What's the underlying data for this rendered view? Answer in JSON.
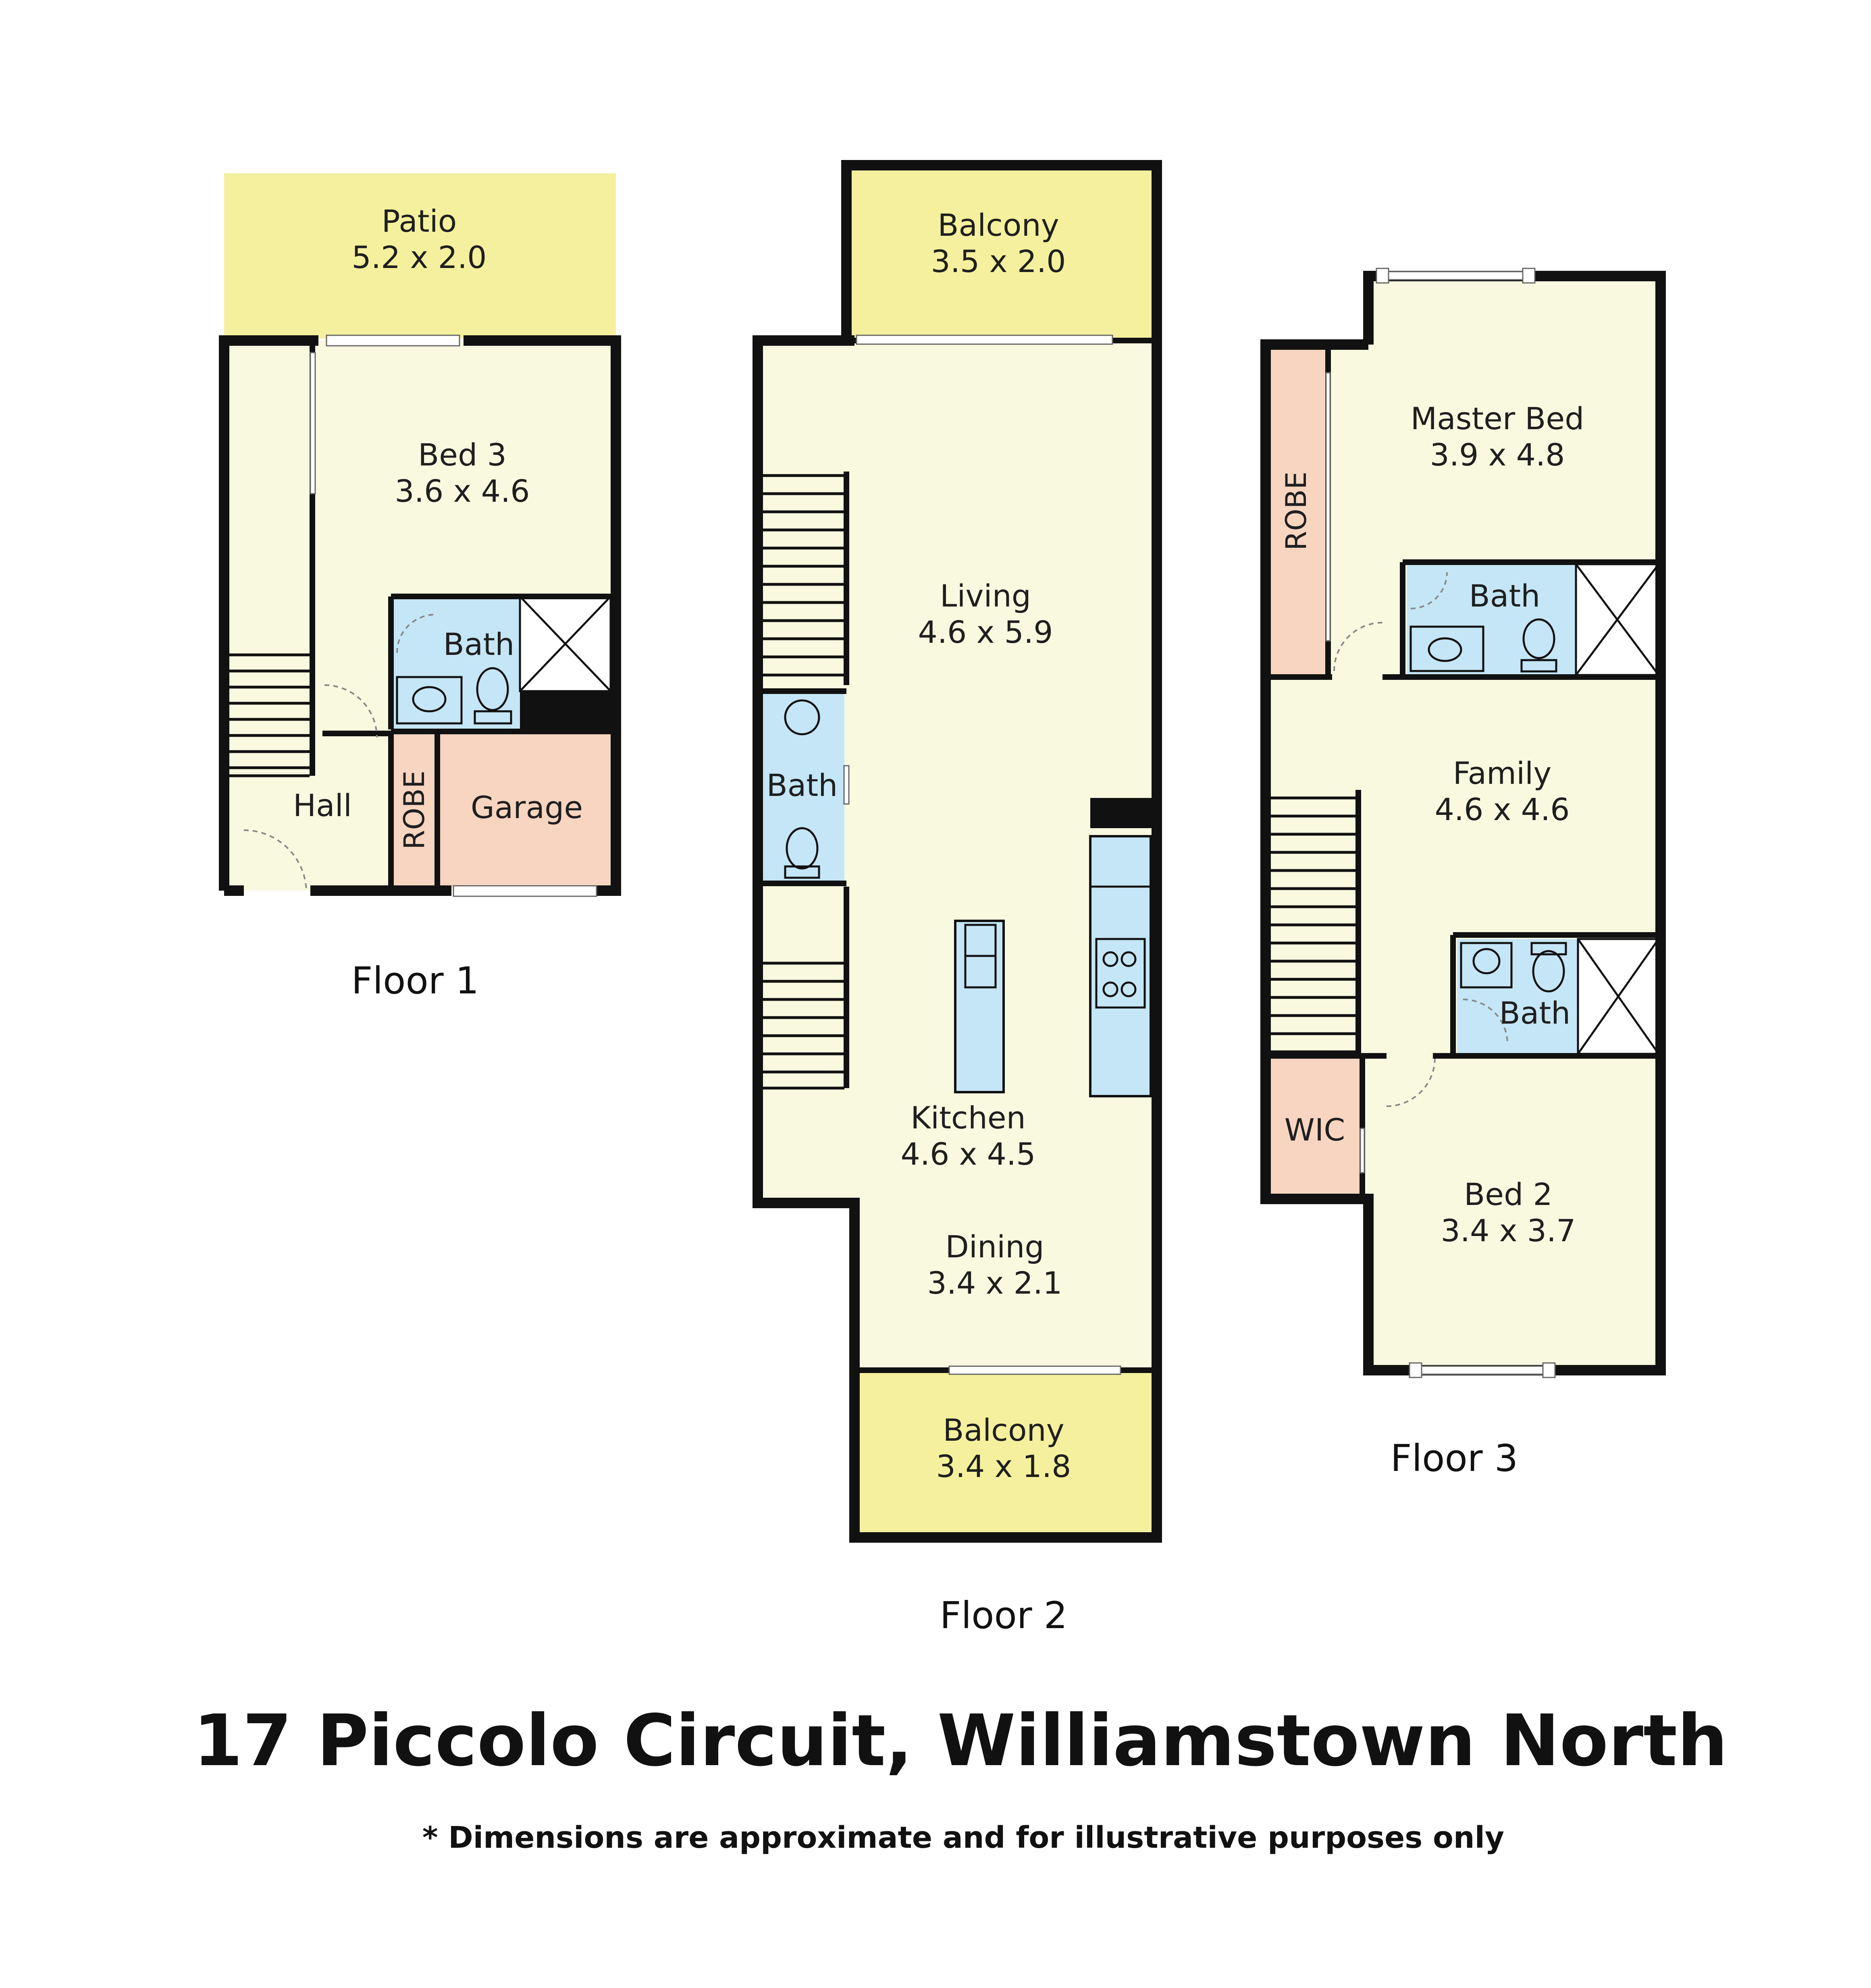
{
  "property": {
    "address": "17 Piccolo Circuit, Williamstown North",
    "disclaimer": "* Dimensions are approximate and for illustrative purposes only"
  },
  "colors": {
    "interior": "#f9f9e0",
    "outdoor": "#f4f09d",
    "wet_area": "#c4e6f7",
    "storage": "#f8d5c0",
    "wall": "#111111"
  },
  "floors": [
    {
      "label": "Floor 1",
      "rooms": [
        {
          "name": "Patio",
          "size": "5.2 x 2.0"
        },
        {
          "name": "Bed 3",
          "size": "3.6 x 4.6"
        },
        {
          "name": "Bath"
        },
        {
          "name": "Hall"
        },
        {
          "name": "ROBE"
        },
        {
          "name": "Garage"
        }
      ]
    },
    {
      "label": "Floor 2",
      "rooms": [
        {
          "name": "Balcony",
          "size": "3.5 x 2.0"
        },
        {
          "name": "Living",
          "size": "4.6 x 5.9"
        },
        {
          "name": "Bath"
        },
        {
          "name": "Kitchen",
          "size": "4.6 x 4.5"
        },
        {
          "name": "Dining",
          "size": "3.4 x 2.1"
        },
        {
          "name": "Balcony",
          "size": "3.4 x 1.8"
        }
      ]
    },
    {
      "label": "Floor 3",
      "rooms": [
        {
          "name": "Master Bed",
          "size": "3.9 x 4.8"
        },
        {
          "name": "ROBE"
        },
        {
          "name": "Bath"
        },
        {
          "name": "Family",
          "size": "4.6 x 4.6"
        },
        {
          "name": "Bath"
        },
        {
          "name": "WIC"
        },
        {
          "name": "Bed 2",
          "size": "3.4 x 3.7"
        }
      ]
    }
  ]
}
